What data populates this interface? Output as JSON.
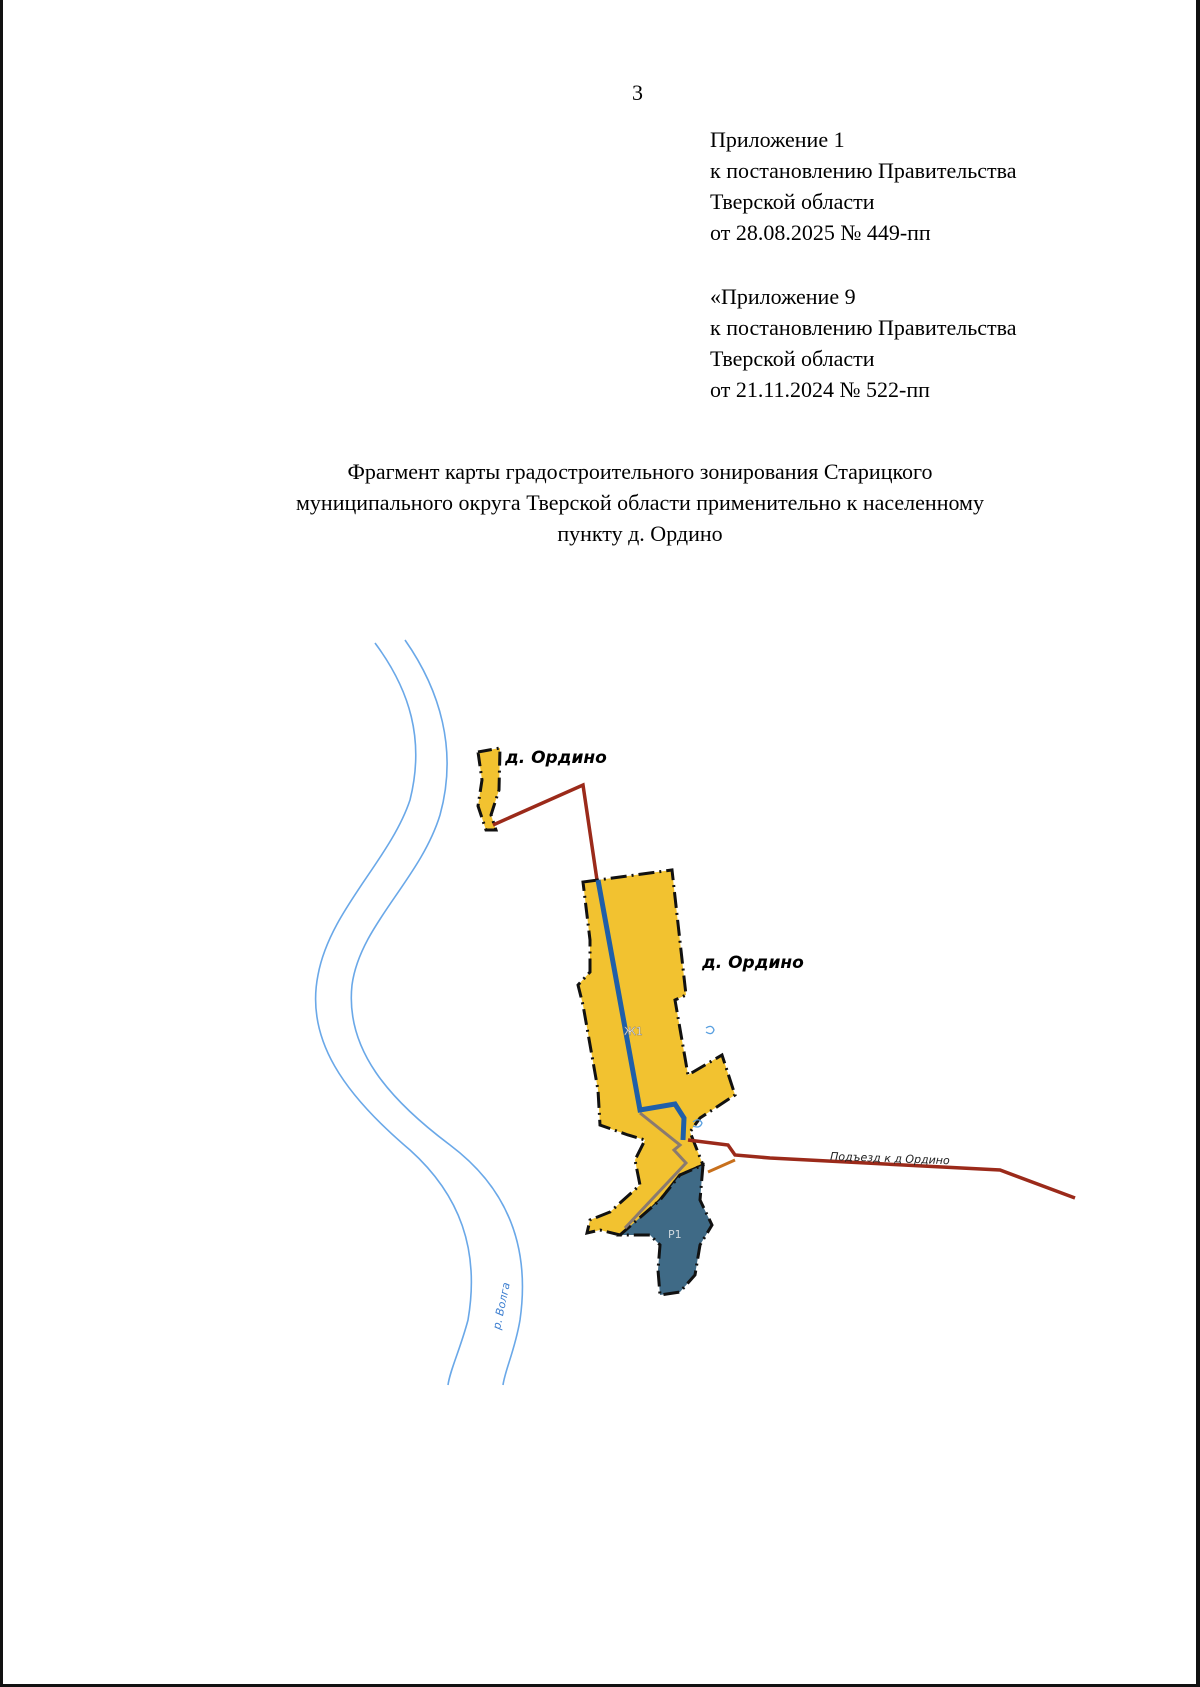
{
  "page_number": "3",
  "appendix_1": {
    "lines": [
      "Приложение 1",
      "к постановлению Правительства",
      "Тверской области",
      "от 28.08.2025 № 449-пп"
    ]
  },
  "appendix_2": {
    "lines": [
      "«Приложение 9",
      "к постановлению Правительства",
      "Тверской области",
      "от 21.11.2024 № 522-пп"
    ]
  },
  "title": {
    "lines": [
      "Фрагмент карты градостроительного зонирования Старицкого",
      "муниципального округа Тверской области применительно к населенному",
      "пункту д. Ордино"
    ]
  },
  "map": {
    "settlement_label_1": "д. Ордино",
    "settlement_label_2": "д. Ордино",
    "road_label": "Подъезд к д Ордино",
    "river_label": "р. Волга",
    "zone_residential_label": "Ж1",
    "zone_recreation_label": "Р1",
    "colors": {
      "residential_zone": "#f2c230",
      "recreation_zone": "#3f6a86",
      "road": "#9b2a1a",
      "water_line": "#1f5fa8",
      "river": "#6aa8e8",
      "border": "#111111"
    }
  }
}
